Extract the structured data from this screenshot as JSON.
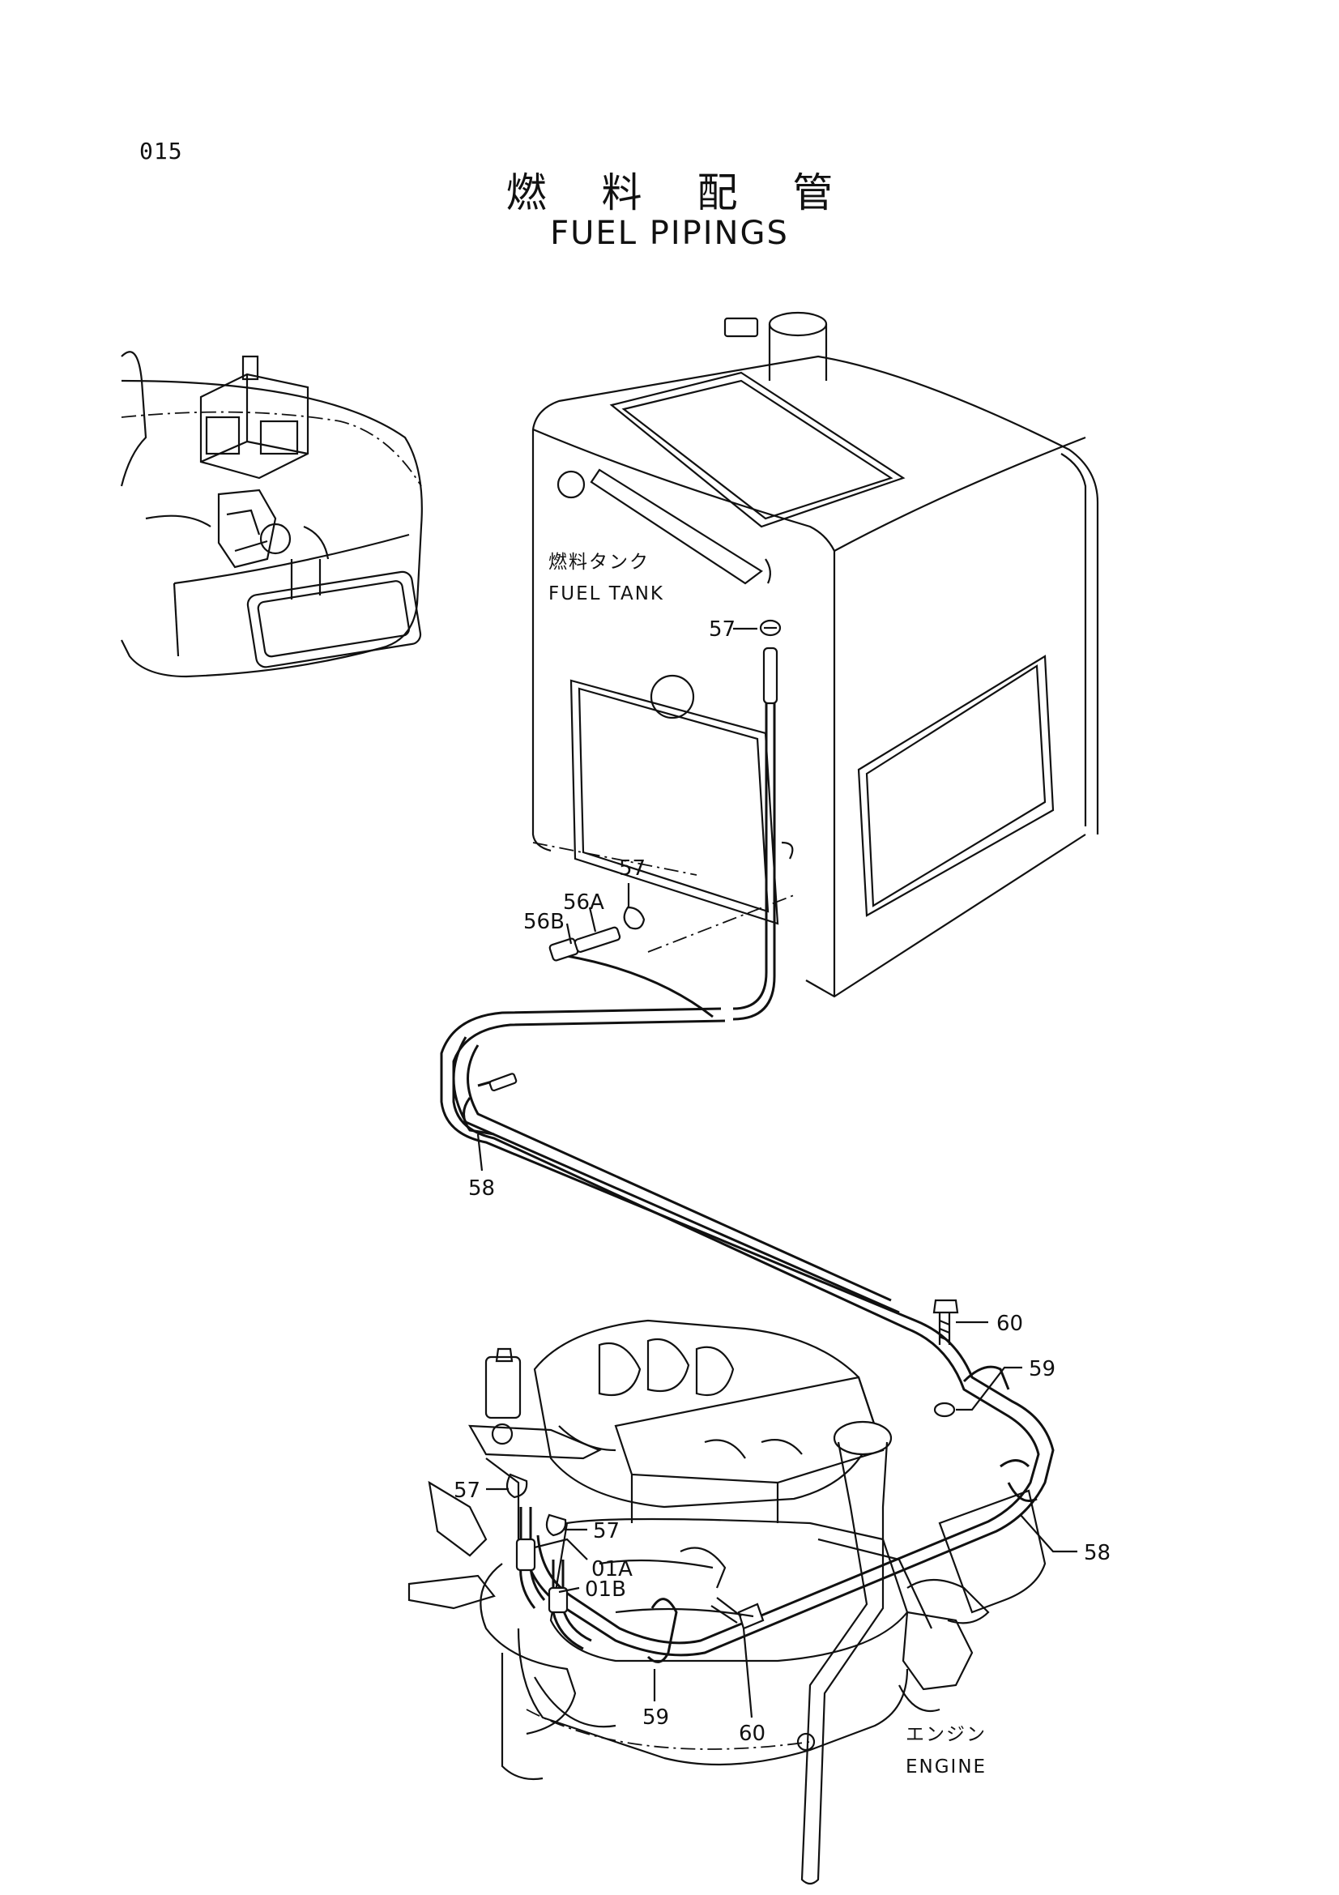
{
  "page": {
    "number": "015",
    "title_jp": "燃 料 配 管",
    "title_en": "FUEL PIPINGS"
  },
  "callouts": {
    "fuel_tank_jp": "燃料タンク",
    "fuel_tank_en": "FUEL TANK",
    "engine_jp": "エンジン",
    "engine_en": "ENGINE"
  },
  "parts": {
    "p57_tank_top": "57",
    "p57_tank_bottom": "57",
    "p56A": "56A",
    "p56B": "56B",
    "p58_left": "58",
    "p58_right": "58",
    "p60_top": "60",
    "p59_top": "59",
    "p57_engine_left": "57",
    "p57_engine_right": "57",
    "p01A": "01A",
    "p01B": "01B",
    "p59_bottom": "59",
    "p60_bottom": "60"
  }
}
